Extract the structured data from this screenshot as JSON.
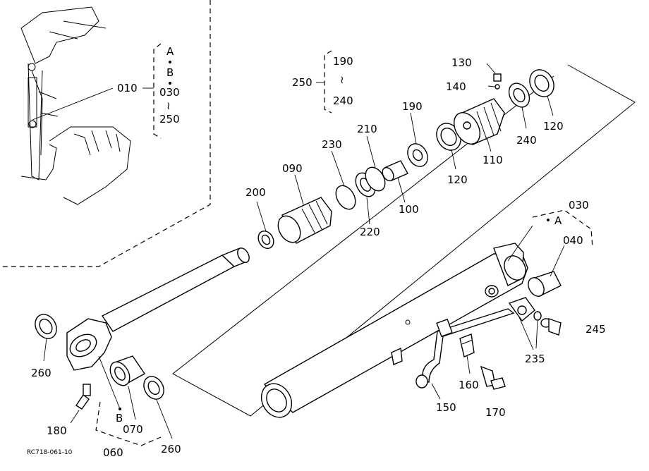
{
  "figure_code": "RC718-061-10",
  "callouts": {
    "A": "A",
    "B": "B",
    "a_top": "A",
    "b_sub": "B",
    "range_030": "030",
    "range_250": "250",
    "range_190": "190",
    "range_240": "240",
    "wave": "~",
    "wave2": "≀"
  },
  "parts": {
    "p010": "010",
    "p250": "250",
    "p130": "130",
    "p140": "140",
    "p190": "190",
    "p120a": "120",
    "p120b": "120",
    "p240": "240",
    "p110": "110",
    "p210": "210",
    "p230": "230",
    "p090": "090",
    "p200": "200",
    "p220": "220",
    "p100": "100",
    "p030": "030",
    "p040": "040",
    "p245": "245",
    "p235": "235",
    "p160": "160",
    "p150": "150",
    "p170": "170",
    "p260a": "260",
    "p260b": "260",
    "p180": "180",
    "p070": "070",
    "p060": "060"
  }
}
